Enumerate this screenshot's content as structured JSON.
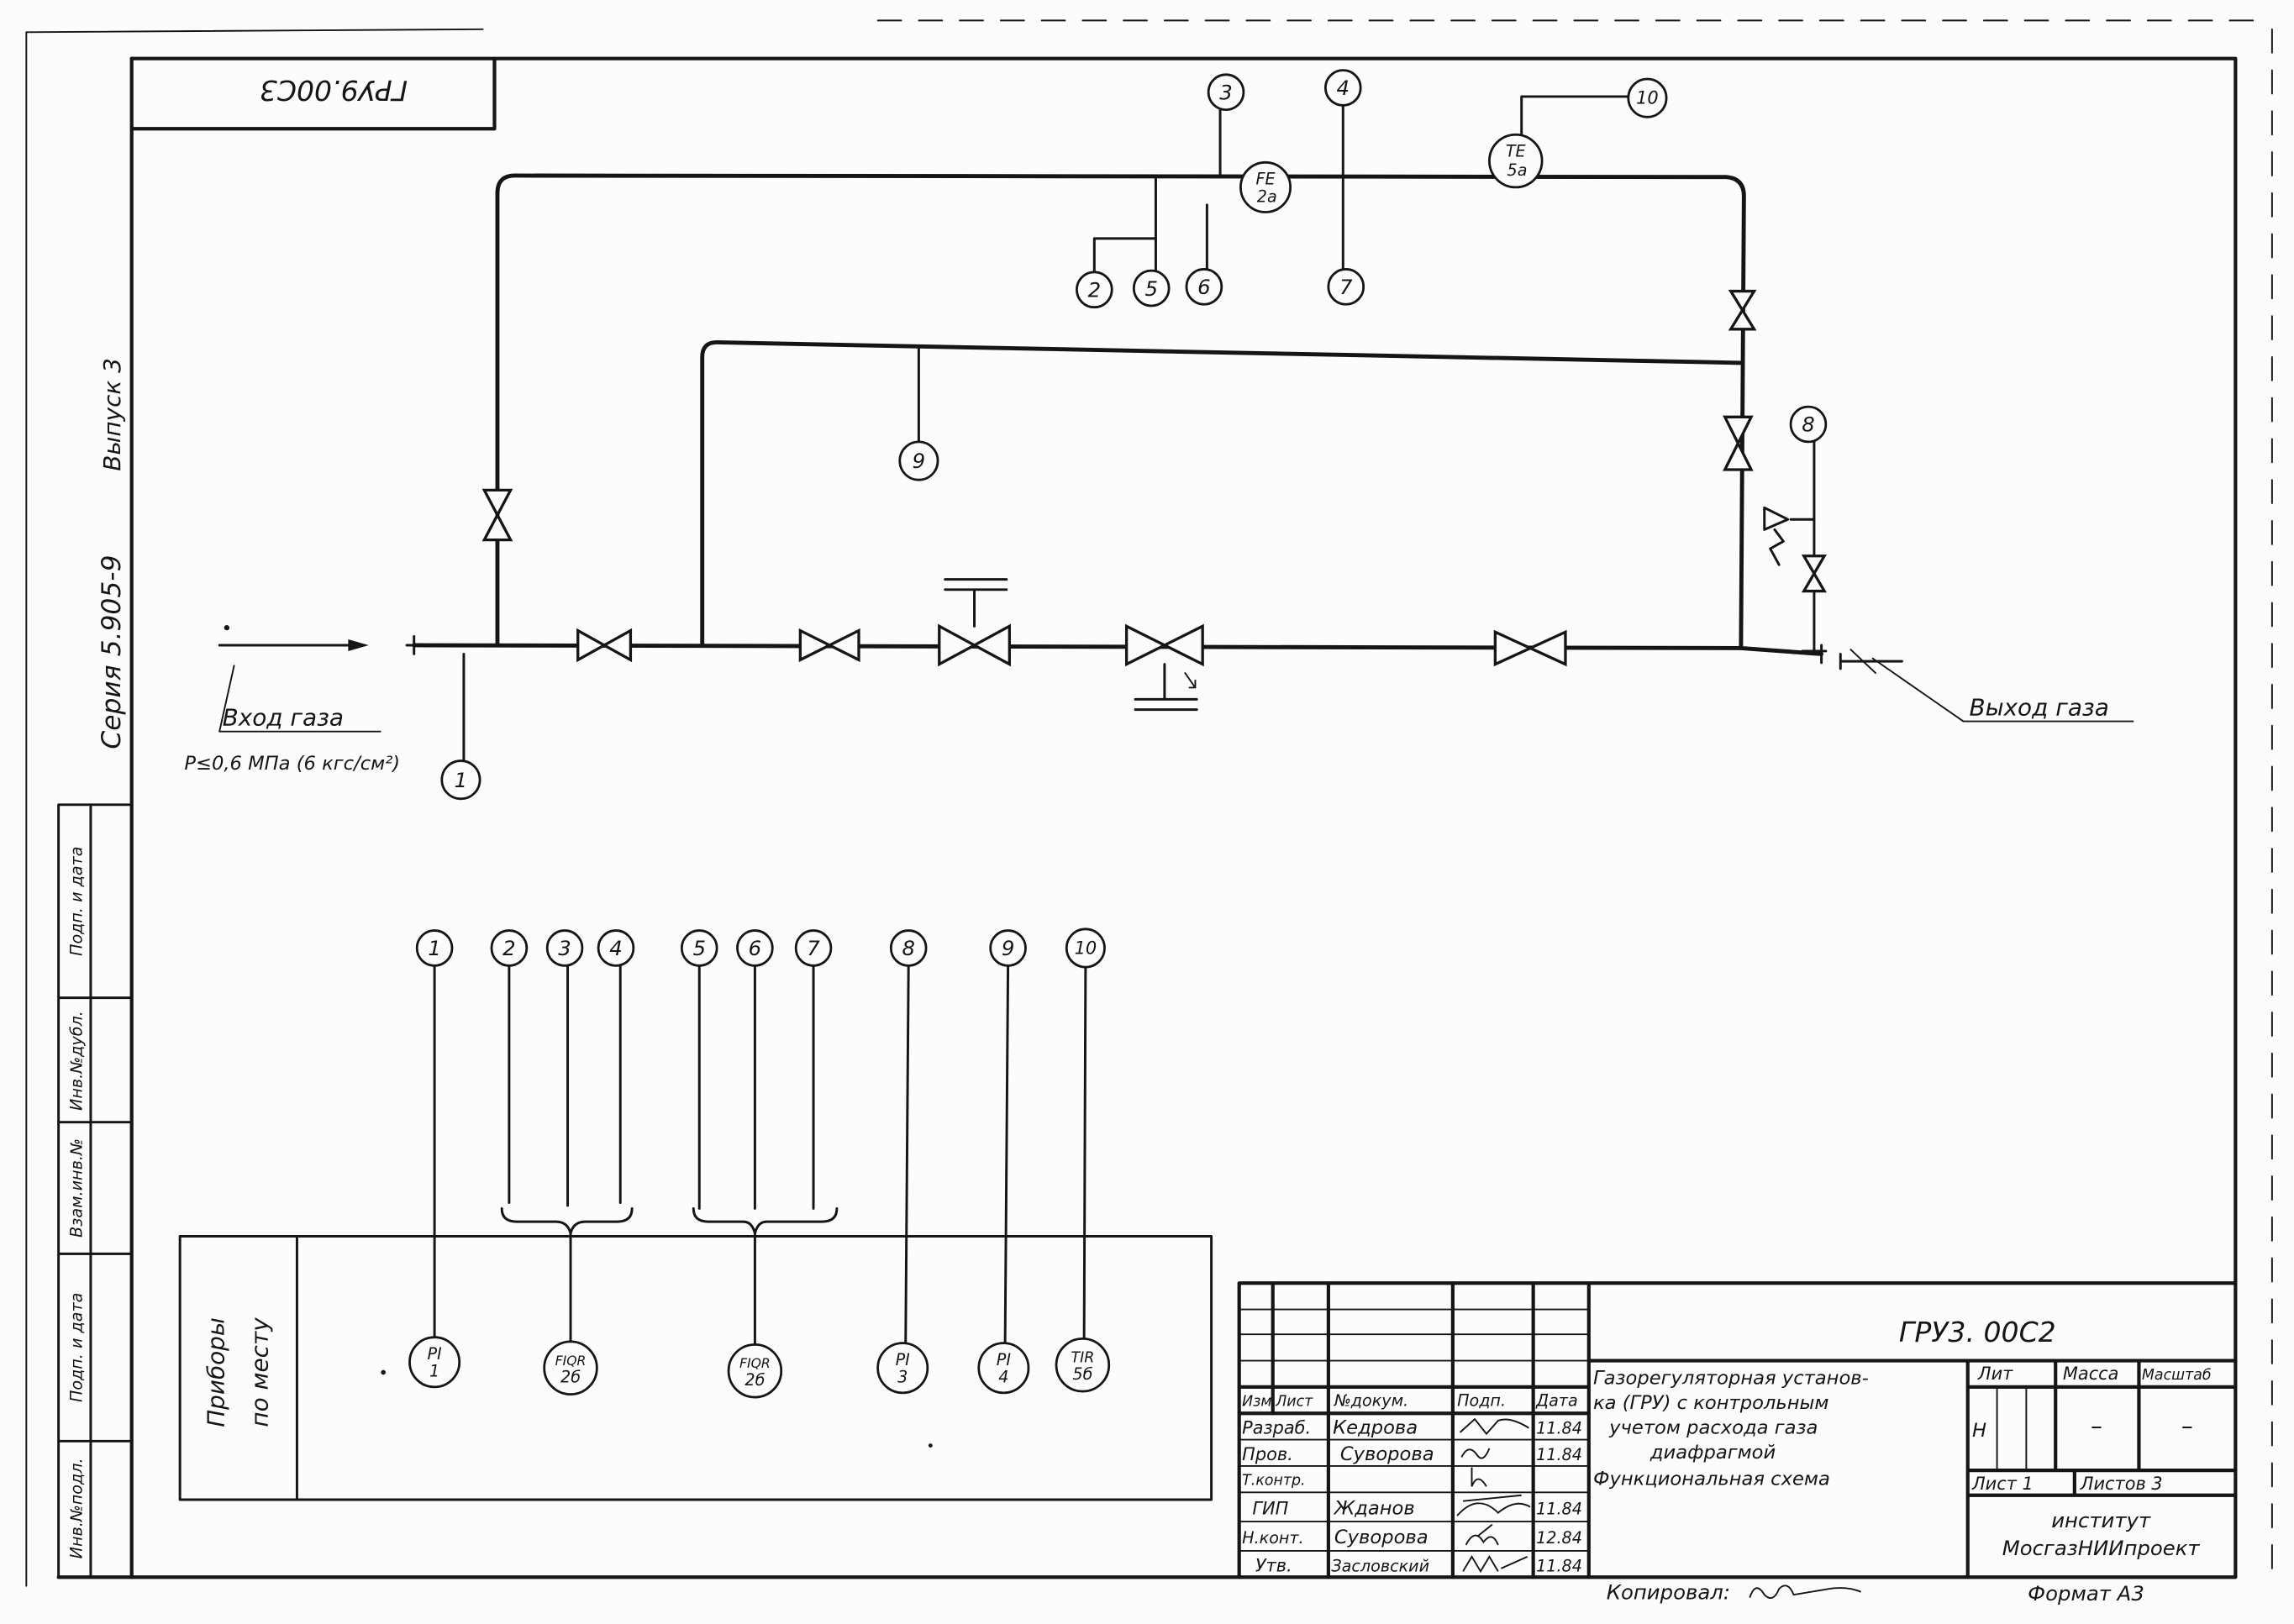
{
  "drawing": {
    "rotated_designation": "ГРУ9.00С3",
    "series": "Серия 5.905-9",
    "issue": "Выпуск 3"
  },
  "side_stamp": [
    "Подп. и дата",
    "Инв.№дубл.",
    "Взам.инв.№",
    "Подп. и дата",
    "Инв.№подл."
  ],
  "scheme": {
    "inlet_label": "Вход газа",
    "inlet_pressure": "Р≤0,6 МПа (6 кгс/см²)",
    "outlet_label": "Выход газа",
    "points": [
      "1",
      "2",
      "3",
      "4",
      "5",
      "6",
      "7",
      "8",
      "9",
      "10"
    ],
    "flow_element": {
      "tag": "FE",
      "number": "2а"
    },
    "temperature_element": {
      "tag": "TE",
      "number": "5а"
    }
  },
  "instruments": {
    "panel_label_line1": "Приборы",
    "panel_label_line2": "по месту",
    "connections": [
      "1",
      "2",
      "3",
      "4",
      "5",
      "6",
      "7",
      "8",
      "9",
      "10"
    ],
    "devices": [
      {
        "tag": "PI",
        "number": "1"
      },
      {
        "tag": "FIQR",
        "number": "2б"
      },
      {
        "tag": "FIQR",
        "number": "2б"
      },
      {
        "tag": "PI",
        "number": "3"
      },
      {
        "tag": "PI",
        "number": "4"
      },
      {
        "tag": "TIR",
        "number": "5б"
      }
    ]
  },
  "title_block": {
    "designation": "ГРУ3. 00С2",
    "headers": {
      "change": "Изм",
      "sheet": "Лист",
      "doc_no": "№докум.",
      "signature": "Подп.",
      "date": "Дата"
    },
    "signatories": [
      {
        "role": "Разраб.",
        "name": "Кедрова",
        "date": "11.84"
      },
      {
        "role": "Пров.",
        "name": "Суворова",
        "date": "11.84"
      },
      {
        "role": "Т.контр."
      },
      {
        "role": "ГИП",
        "name": "Жданов",
        "date": "11.84"
      },
      {
        "role": "Н.конт.",
        "name": "Суворова",
        "date": "12.84"
      },
      {
        "role": "Утв.",
        "name": "Засловский",
        "date": "11.84"
      }
    ],
    "description": [
      "Газорегуляторная установ-",
      "ка (ГРУ) с контрольным",
      "учетом расхода газа",
      "диафрагмой",
      "Функциональная схема"
    ],
    "lit_label": "Лит",
    "mass_label": "Масса",
    "scale_label": "Масштаб",
    "lit_value": "Н",
    "mass_value": "–",
    "scale_value": "–",
    "sheet": "Лист 1",
    "sheets": "Листов 3",
    "organization": [
      "институт",
      "МосгазНИИпроект"
    ],
    "copied_by": "Копировал:",
    "format": "Формат А3"
  }
}
